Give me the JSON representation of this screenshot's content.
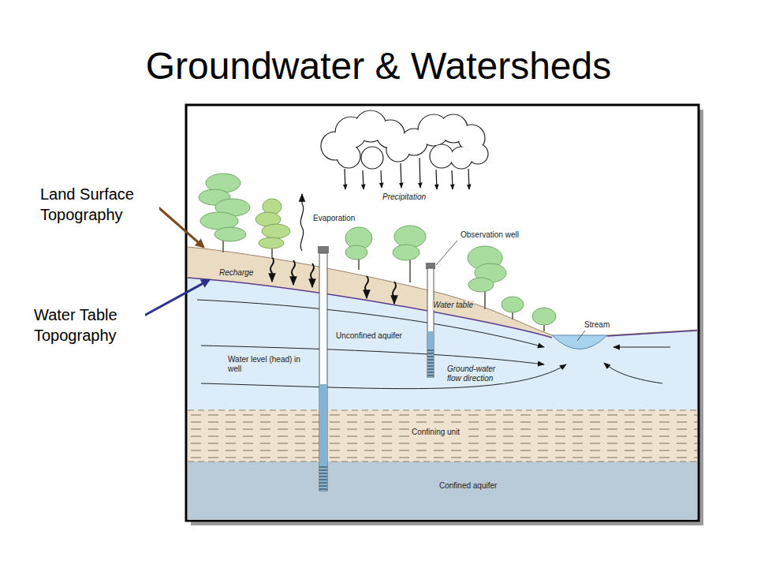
{
  "diagram": {
    "title": "Groundwater & Watersheds",
    "nodes": [
      {
        "text": [
          "Unconfined aquifer"
        ]
      },
      {
        "text": [
          "Confining unit"
        ]
      },
      {
        "text": [
          "Confined aquifer"
        ]
      }
    ],
    "labels": [
      "Land Surface Topography",
      "Water Table Topography",
      "Precipitation",
      "Evaporation",
      "Observation well",
      "Recharge",
      "Water table",
      "Stream",
      "Water level (head) in well",
      "Ground-water flow direction"
    ]
  }
}
